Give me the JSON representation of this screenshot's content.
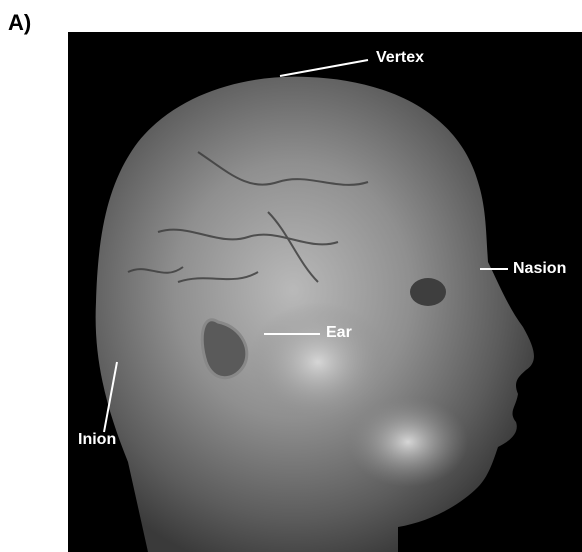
{
  "panel_label": "A)",
  "image": {
    "subject": "head-render",
    "colors": {
      "background": "#000000",
      "label_text": "#ffffff"
    }
  },
  "annotations": {
    "vertex": "Vertex",
    "nasion": "Nasion",
    "ear": "Ear",
    "inion": "Inion"
  }
}
